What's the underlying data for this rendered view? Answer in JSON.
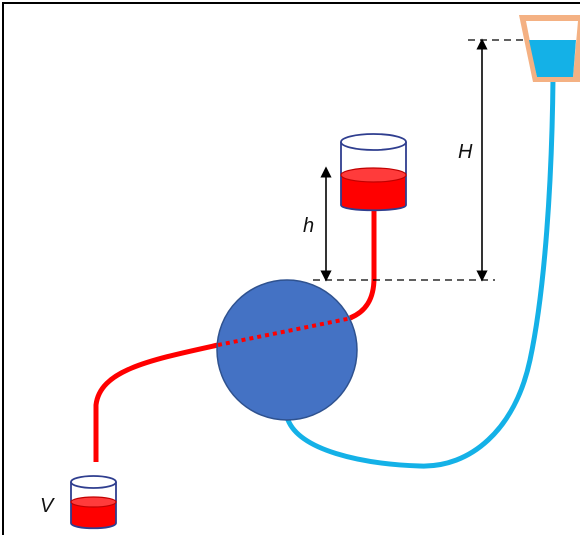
{
  "labels": {
    "h": "h",
    "H": "H",
    "V": "V"
  },
  "colors": {
    "border": "#000000",
    "blood_red": "#ff0000",
    "vessel_blue": "#4472c4",
    "tube_cyan": "#14b1e7",
    "cup_outline": "#f4b183",
    "beaker_outline": "#2f3e8f",
    "dashed_line": "#000000"
  },
  "icons": {
    "upper_reservoir": "beaker-with-red-liquid-icon",
    "lower_reservoir": "beaker-with-red-liquid-icon",
    "pressure_cup": "funnel-cup-with-blue-liquid-icon",
    "chamber": "blue-sphere-chamber"
  }
}
